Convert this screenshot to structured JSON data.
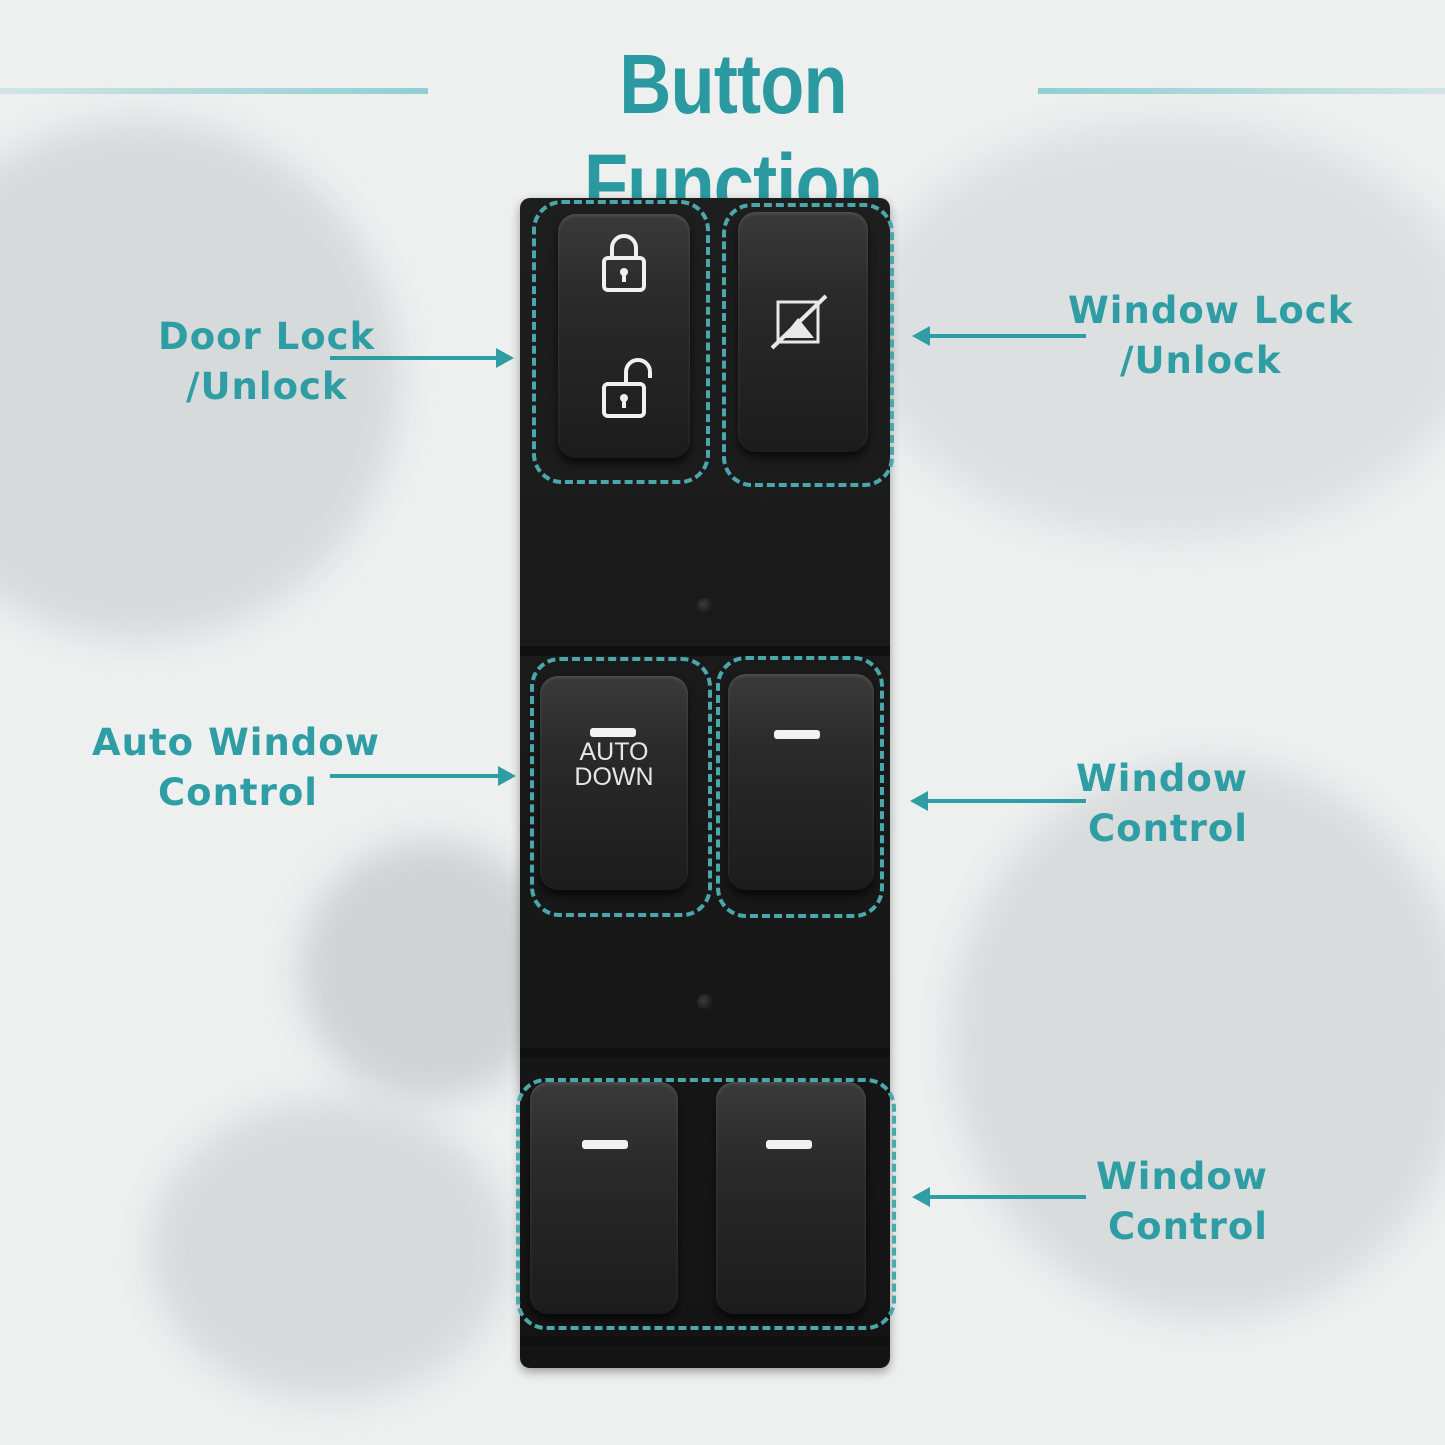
{
  "title": "Button Function",
  "labels": {
    "door_lock": [
      "Door Lock",
      "/Unlock"
    ],
    "window_lock": [
      "Window Lock",
      "/Unlock"
    ],
    "auto_window": [
      "Auto Window",
      "Control"
    ],
    "window_control_1": [
      "Window",
      "Control"
    ],
    "window_control_2": [
      "Window",
      "Control"
    ]
  },
  "switch": {
    "auto_down_text": [
      "AUTO",
      "DOWN"
    ]
  },
  "colors": {
    "accent": "#2f9ea4",
    "dash": "#4aa7ab",
    "panel": "#1a1a1a",
    "background": "#eef0f0"
  },
  "icons": [
    "lock-icon",
    "unlock-icon",
    "window-lock-icon"
  ]
}
